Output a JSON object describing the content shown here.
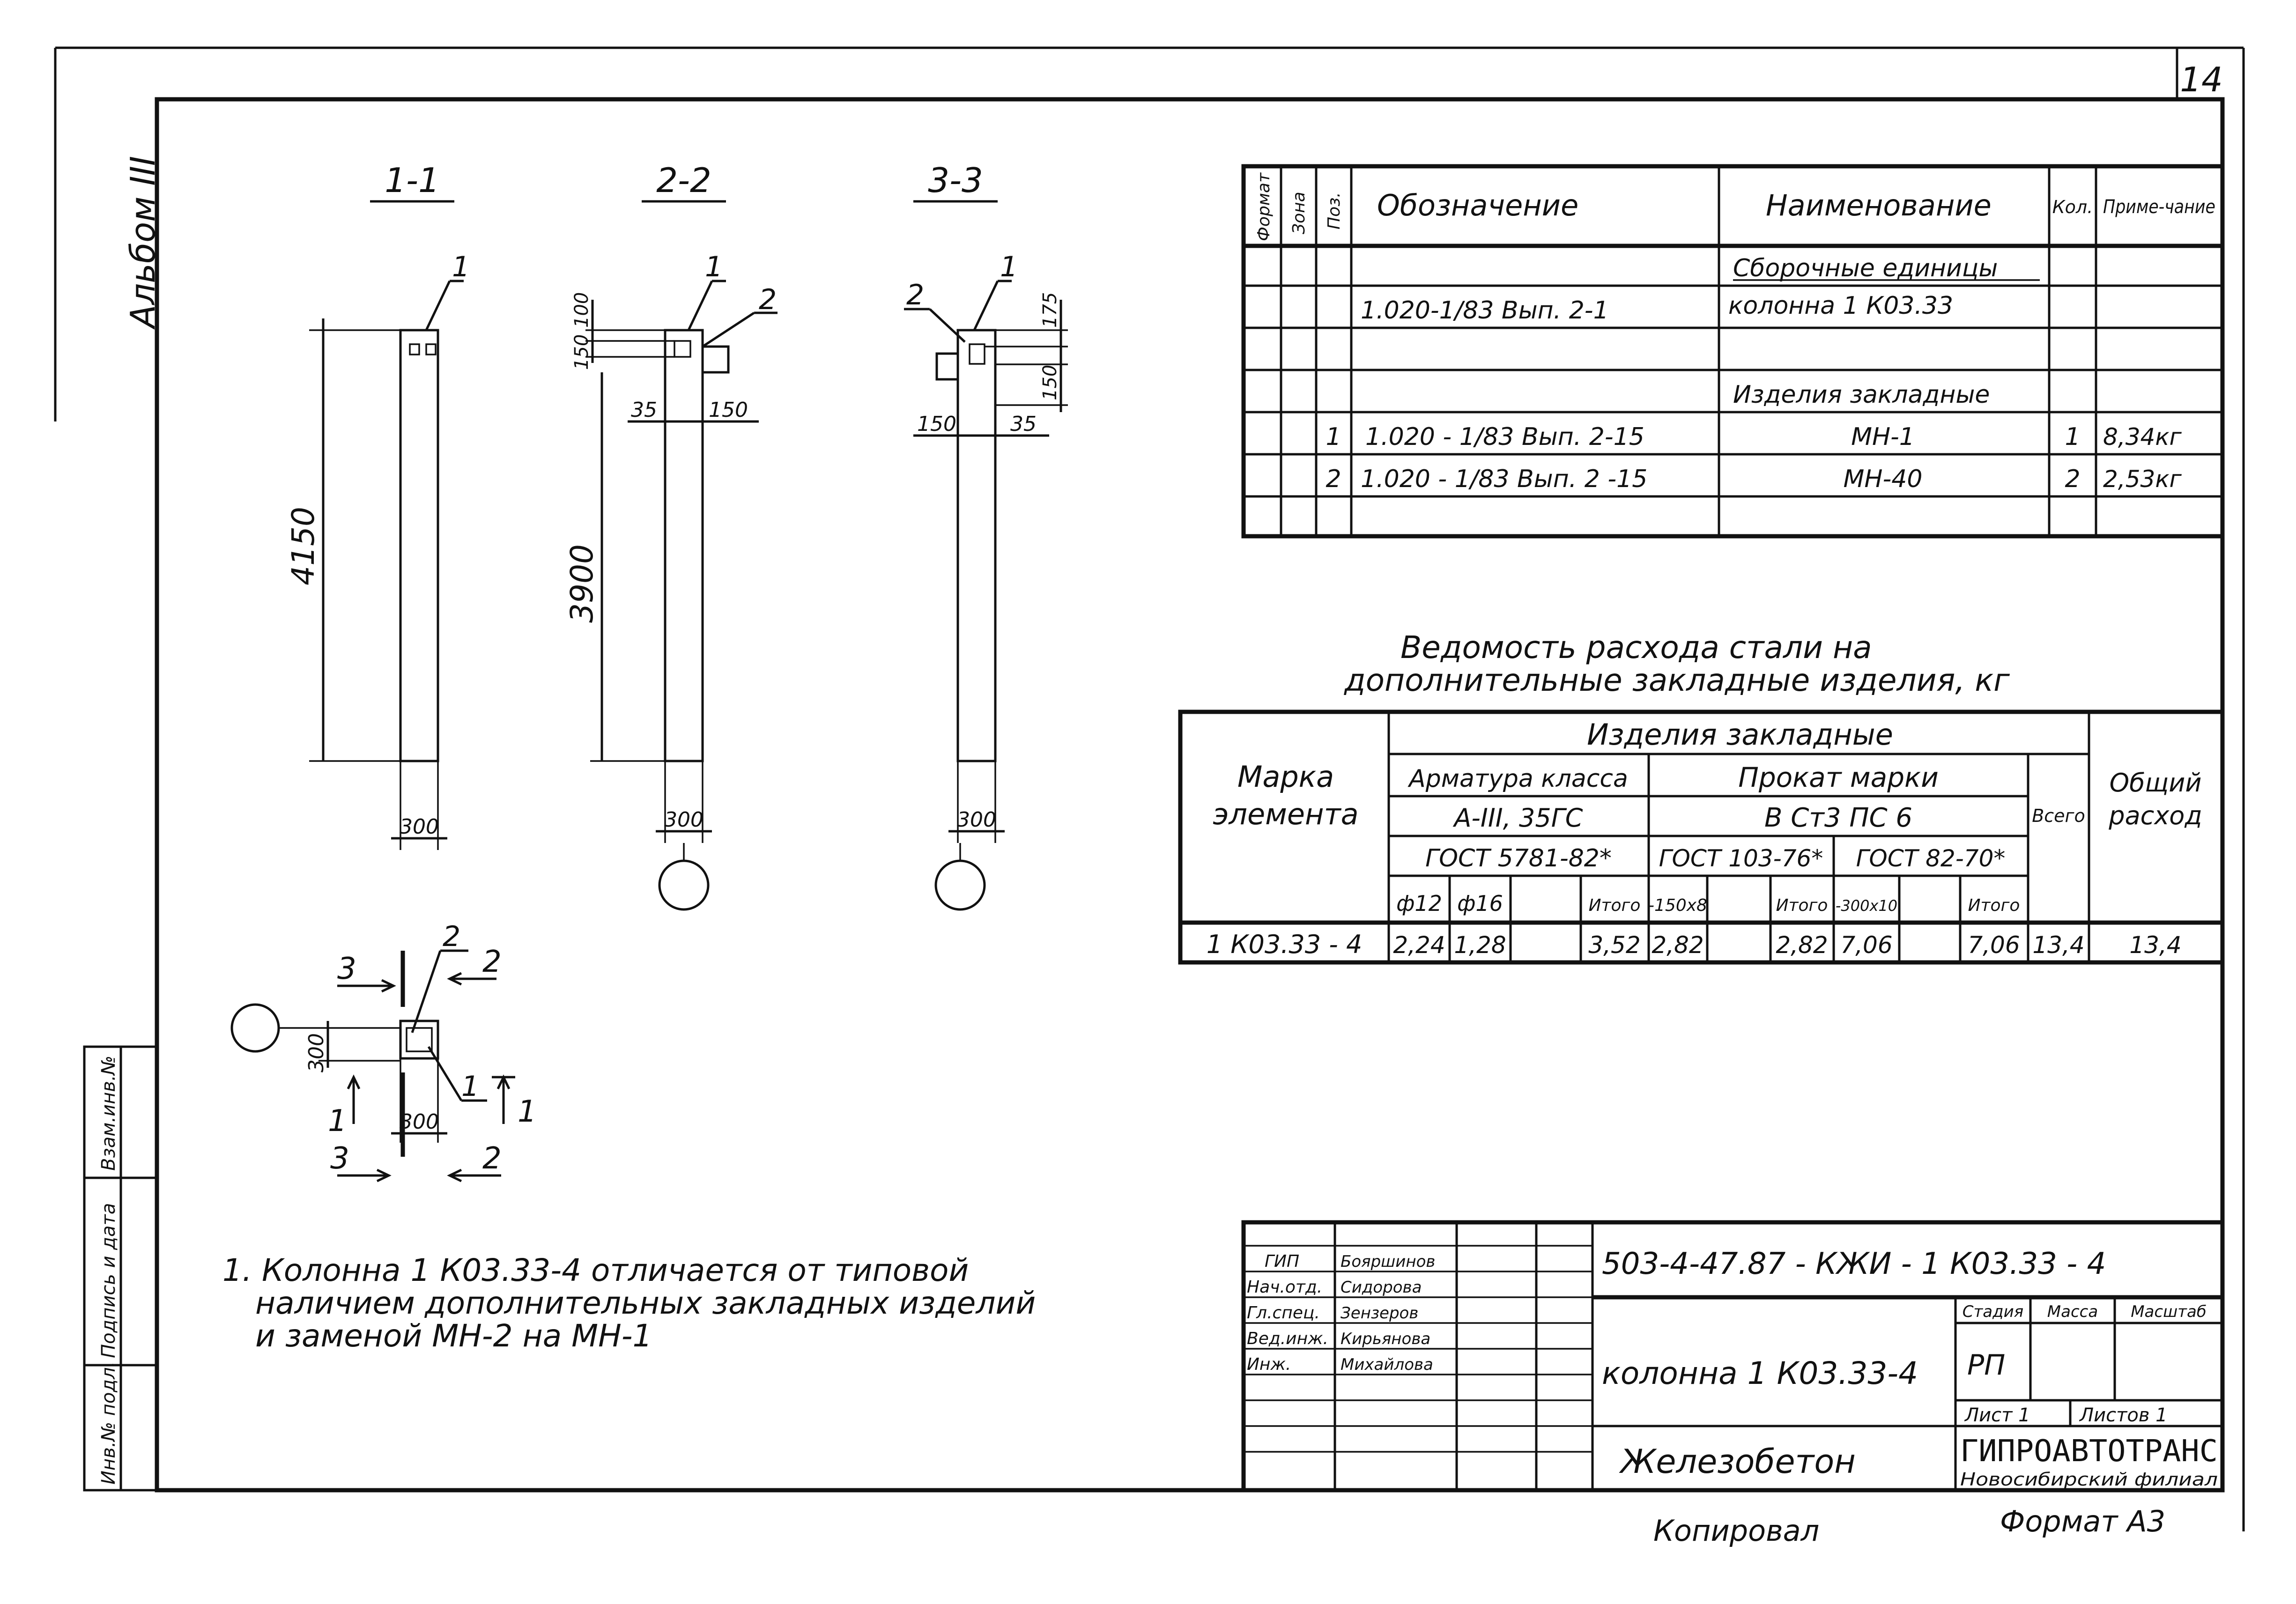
{
  "sheet": {
    "page_number": "14",
    "album_label": "Альбом III"
  },
  "sections": {
    "s11": {
      "title": "1-1",
      "pos_1": "1",
      "dim_height": "4150",
      "dim_width": "300"
    },
    "s22": {
      "title": "2-2",
      "pos_1": "1",
      "pos_2": "2",
      "dim_100": "100",
      "dim_150v": "150",
      "dim_35": "35",
      "dim_150h": "150",
      "dim_height": "3900",
      "dim_width": "300"
    },
    "s33": {
      "title": "3-3",
      "pos_1": "1",
      "pos_2": "2",
      "dim_175": "175",
      "dim_150v": "150",
      "dim_150h": "150",
      "dim_35": "35",
      "dim_width": "300"
    },
    "plan": {
      "cut_3": "3",
      "cut_2": "2",
      "cut_1": "1",
      "pos_1": "1",
      "pos_2": "2",
      "dim_300v": "300",
      "dim_300h": "300"
    }
  },
  "spec_table": {
    "headers": {
      "format": "Формат",
      "zone": "Зона",
      "pos": "Поз.",
      "designation": "Обозначение",
      "name": "Наименование",
      "qty": "Кол.",
      "note": "Приме-чание"
    },
    "rows": [
      {
        "pos": "",
        "designation": "",
        "name": "Сборочные единицы",
        "qty": "",
        "note": ""
      },
      {
        "pos": "",
        "designation": "1.020-1/83 Вып. 2-1",
        "name": "колонна 1 К03.33",
        "qty": "",
        "note": ""
      },
      {
        "pos": "",
        "designation": "",
        "name": "",
        "qty": "",
        "note": ""
      },
      {
        "pos": "",
        "designation": "",
        "name": "Изделия закладные",
        "qty": "",
        "note": ""
      },
      {
        "pos": "1",
        "designation": "1.020 - 1/83 Вып. 2-15",
        "name": "МН-1",
        "qty": "1",
        "note": "8,34кг"
      },
      {
        "pos": "2",
        "designation": "1.020 - 1/83 Вып. 2 -15",
        "name": "МН-40",
        "qty": "2",
        "note": "2,53кг"
      },
      {
        "pos": "",
        "designation": "",
        "name": "",
        "qty": "",
        "note": ""
      }
    ]
  },
  "steel_table": {
    "title_line1": "Ведомость расхода стали на",
    "title_line2": "дополнительные закладные изделия, кг",
    "h_marka_1": "Марка",
    "h_marka_2": "элемента",
    "h_izdelia": "Изделия закладные",
    "h_armatura": "Арматура класса",
    "h_armatura_cls": "А-III, 35ГС",
    "h_armatura_gost": "ГОСТ 5781-82*",
    "h_prokat": "Прокат марки",
    "h_prokat_mark": "В Ст3 ПС 6",
    "h_gost103": "ГОСТ 103-76*",
    "h_gost82": "ГОСТ 82-70*",
    "h_vsego": "Всего",
    "h_obshchiy_1": "Общий",
    "h_obshchiy_2": "расход",
    "sub": [
      "ф12",
      "ф16",
      "",
      "Итого",
      "-150х8",
      "",
      "Итого",
      "-300х10",
      "",
      "Итого"
    ],
    "row": {
      "mark": "1 К03.33 - 4",
      "values": [
        "2,24",
        "1,28",
        "",
        "3,52",
        "2,82",
        "",
        "2,82",
        "7,06",
        "",
        "7,06"
      ],
      "vsego": "13,4",
      "obshchiy": "13,4"
    }
  },
  "note": {
    "line1": "1. Колонна 1 К03.33-4 отличается от типовой",
    "line2": "наличием дополнительных закладных изделий",
    "line3": "и заменой МН-2 на МН-1"
  },
  "title_block": {
    "code": "503-4-47.87 - КЖИ - 1 К03.33 - 4",
    "staff": [
      {
        "role": "ГИП",
        "name": "Бояршинов"
      },
      {
        "role": "Нач.отд.",
        "name": "Сидорова"
      },
      {
        "role": "Гл.спец.",
        "name": "Зензеров"
      },
      {
        "role": "Вед.инж.",
        "name": "Кирьянова"
      },
      {
        "role": "Инж.",
        "name": "Михайлова"
      }
    ],
    "object_name": "колонна 1 К03.33-4",
    "h_stage": "Стадия",
    "h_mass": "Масса",
    "h_scale": "Масштаб",
    "stage": "РП",
    "sheet": "Лист 1",
    "sheets": "Листов 1",
    "material": "Железобетон",
    "org_1": "ГИПРОАВТОТРАНС",
    "org_2": "Новосибирский филиал"
  },
  "margin_stamp": {
    "inv_orig": "Инв.№ подл.",
    "sign_date": "Подпись и дата",
    "inv_replace": "Взам.инв.№"
  },
  "footer": {
    "copied": "Копировал",
    "format": "Формат А3"
  }
}
